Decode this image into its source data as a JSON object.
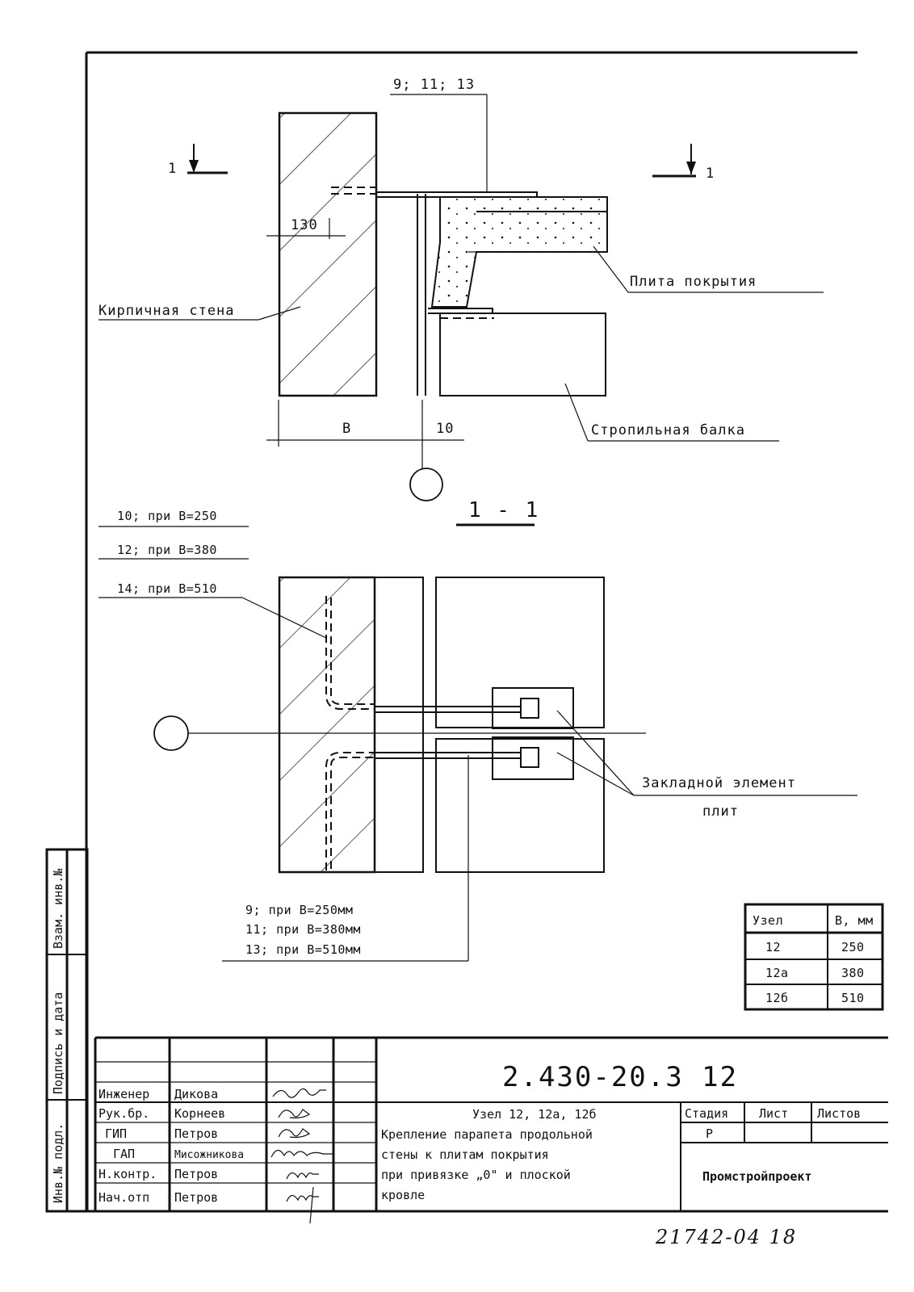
{
  "drawing": {
    "callout_top": "9; 11; 13",
    "section_mark": "1",
    "dim_130": "130",
    "dim_b": "B",
    "dim_10": "10",
    "label_brick_wall": "Кирпичная стена",
    "label_slab": "Плита покрытия",
    "label_beam": "Стропильная балка",
    "section_title": "1 - 1",
    "callout_left": [
      "10;  при  B=250",
      "12;  при  B=380",
      "14;  при  B=510"
    ],
    "callout_bottom": [
      "9;    при  B=250мм",
      "11;   при  B=380мм",
      "13;   при  B=510мм"
    ],
    "label_embed_line1": "Закладной элемент",
    "label_embed_line2": "плит"
  },
  "node_table": {
    "headers": [
      "Узел",
      "B, мм"
    ],
    "rows": [
      {
        "node": "12",
        "b": "250"
      },
      {
        "node": "12а",
        "b": "380"
      },
      {
        "node": "12б",
        "b": "510"
      }
    ]
  },
  "side_stamp": [
    "Инв.№ подл.",
    "Подпись и дата",
    "Взам. инв.№"
  ],
  "title_block": {
    "doc_code": "2.430-20.3  12",
    "roles": [
      {
        "role": "Инженер",
        "name": "Дикова"
      },
      {
        "role": "Рук.бр.",
        "name": "Корнеев"
      },
      {
        "role": "ГИП",
        "name": "Петров"
      },
      {
        "role": "ГАП",
        "name": "Мисожникова"
      },
      {
        "role": "Н.контр.",
        "name": "Петров"
      },
      {
        "role": "Нач.отп",
        "name": "Петров"
      }
    ],
    "title_lines": [
      "Узел 12, 12а, 12б",
      "Крепление парапета продольной",
      "стены к плитам покрытия",
      "при привязке „0\" и плоской",
      "кровле"
    ],
    "stage_header": "Стадия",
    "sheet_header": "Лист",
    "sheets_header": "Листов",
    "stage_value": "Р",
    "org": "Промстройпроект",
    "footer_number": "21742-04   18"
  }
}
